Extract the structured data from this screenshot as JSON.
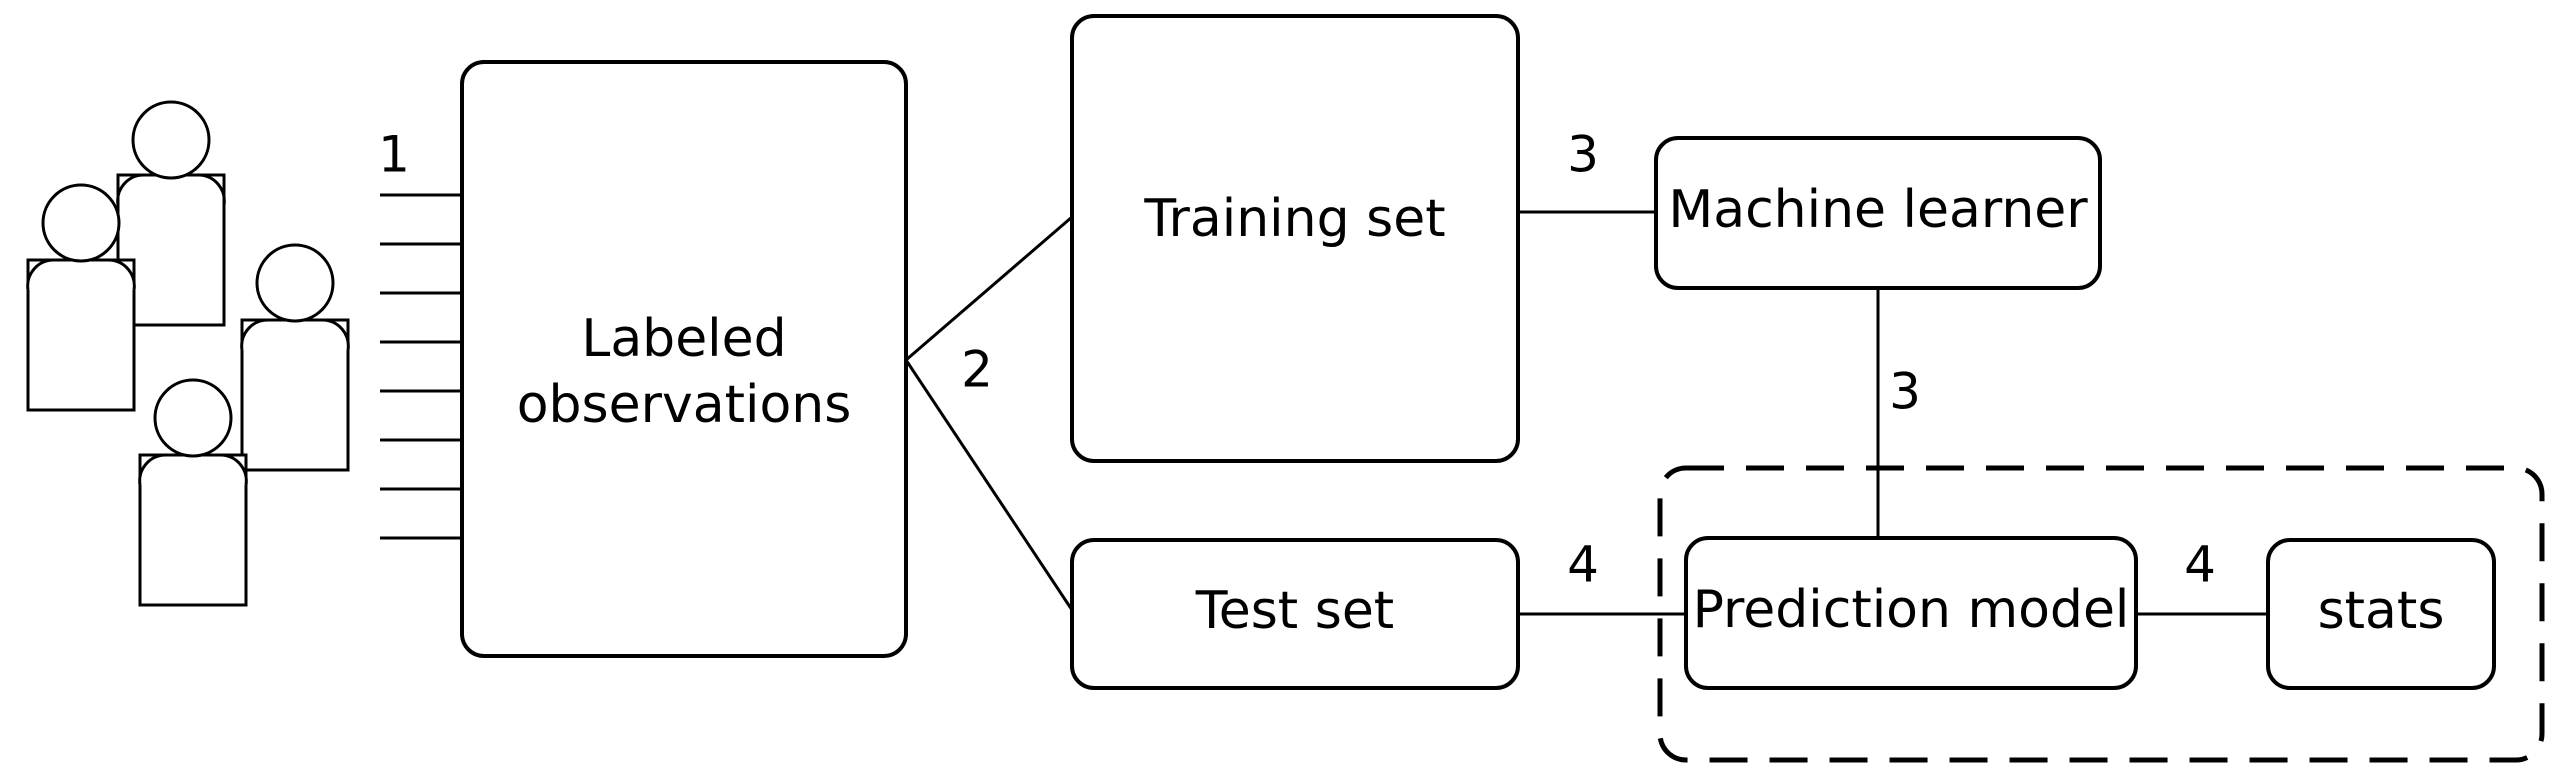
{
  "nodes": {
    "labeled_observations": {
      "line1": "Labeled",
      "line2": "observations"
    },
    "training_set": {
      "label": "Training set"
    },
    "test_set": {
      "label": "Test set"
    },
    "machine_learner": {
      "label": "Machine learner"
    },
    "prediction_model": {
      "label": "Prediction model"
    },
    "stats": {
      "label": "stats"
    }
  },
  "steps": {
    "collect": "1",
    "split": "2",
    "train_input": "3",
    "train_output": "3",
    "test_input": "4",
    "test_output": "4"
  },
  "icons": {
    "people": "people-icon"
  },
  "colors": {
    "stroke": "#000000",
    "background": "#ffffff"
  }
}
